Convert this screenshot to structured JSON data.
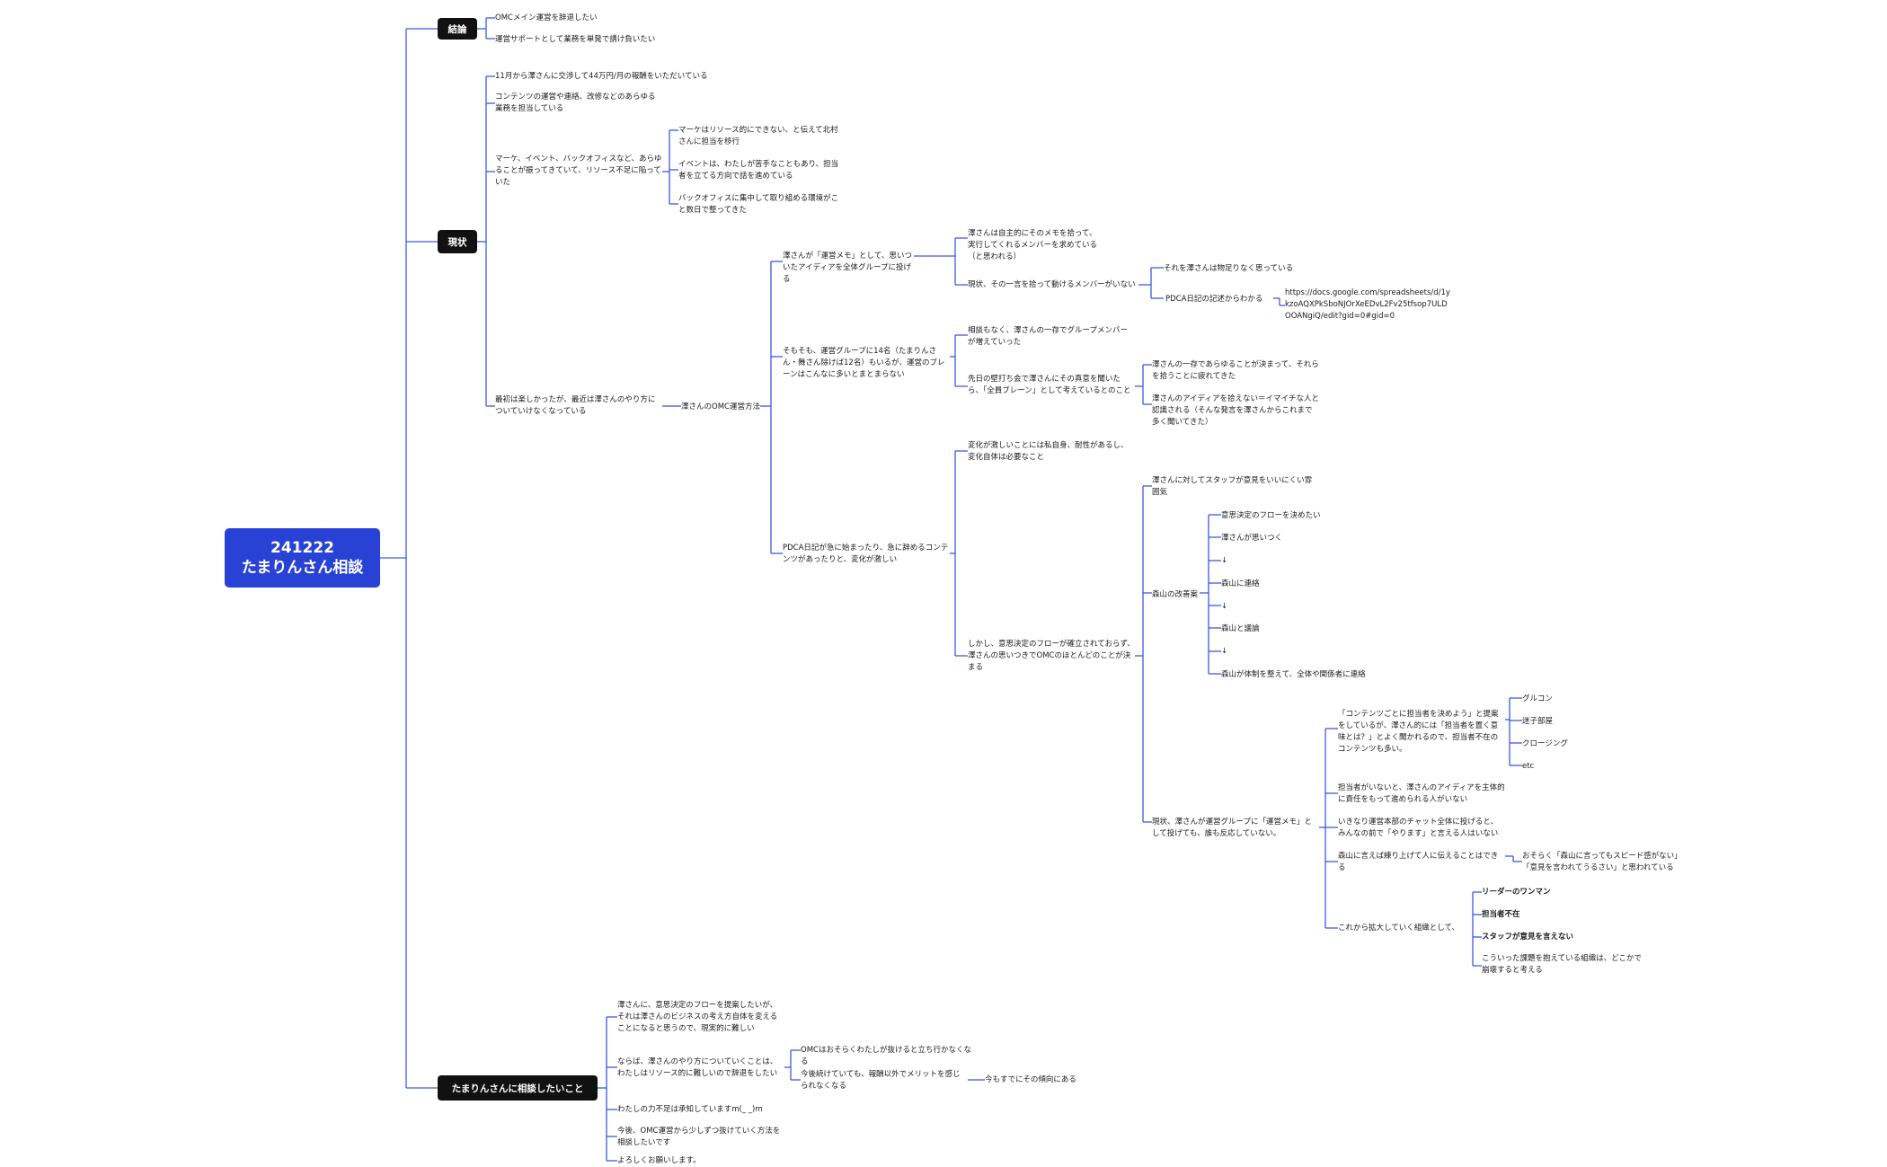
{
  "root": {
    "label": "241222\nたまりんさん相談"
  },
  "sections": {
    "conclusion": {
      "label": "結論"
    },
    "status": {
      "label": "現状"
    },
    "consult": {
      "label": "たまりんさんに相談したいこと"
    }
  },
  "conclusion_items": [
    "OMCメイン運営を辞退したい",
    "運営サポートとして業務を単発で請け負いたい"
  ],
  "status": {
    "s1": "11月から澤さんに交渉して44万円/月の報酬をいただいている",
    "s2": "コンテンツの運営や連絡、改修などのあらゆる業務を担当している",
    "s3": "マーケ、イベント、バックオフィスなど、あらゆることが振ってきていて、リソース不足に陥っていた",
    "s3a": "マーケはリソース的にできない、と伝えて北村さんに担当を移行",
    "s3b": "イベントは、わたしが苦手なこともあり、担当者を立てる方向で話を進めている",
    "s3c": "バックオフィスに集中して取り組める環境がこと数日で整ってきた",
    "s4": "最初は楽しかったが、最近は澤さんのやり方についていけなくなっている",
    "m": "澤さんのOMC運営方法",
    "m1": "澤さんが「運営メモ」として、思いついたアイディアを全体グループに投げる",
    "m1a": "澤さんは自主的にそのメモを拾って、実行してくれるメンバーを求めている（と思われる）",
    "m1b": "現状、その一言を拾って動けるメンバーがいない",
    "m1b1": "それを澤さんは物足りなく思っている",
    "m1b2": "PDCA日記の記述からわかる",
    "m1b2a": "https://docs.google.com/spreadsheets/d/1ykzoAQXPkSboNJOrXeEDvL2Fv25tfsop7ULDOOANgiQ/edit?gid=0#gid=0",
    "m2": "そもそも、運営グループに14名（たまりんさん・舞さん除けば12名）もいるが、運営のブレーンはこんなに多いとまとまらない",
    "m2a": "相談もなく、澤さんの一存でグループメンバーが増えていった",
    "m2b": "先日の壁打ち会で澤さんにその真意を聞いたら、「全員ブレーン」として考えているとのこと",
    "m2b1": "澤さんの一存であらゆることが決まって、それらを拾うことに疲れてきた",
    "m2b2": "澤さんのアイディアを拾えない＝イマイチな人と認識される（そんな発言を澤さんからこれまで多く聞いてきた）",
    "m3": "PDCA日記が急に始まったり、急に辞めるコンテンツがあったりと、変化が激しい",
    "m3a": "変化が激しいことには私自身、耐性があるし、変化自体は必要なこと",
    "m3b": "しかし、意思決定のフローが確立されておらず、澤さんの思いつきでOMCのほとんどのことが決まる",
    "m3b1": "澤さんに対してスタッフが意見をいいにくい雰囲気",
    "m3b2": "森山の改善案",
    "flow": [
      "意思決定のフローを決めたい",
      "澤さんが思いつく",
      "↓",
      "森山に連絡",
      "↓",
      "森山と議論",
      "↓",
      "森山が体制を整えて、全体や関係者に連絡"
    ],
    "m3b3": "現状、澤さんが運営グループに「運営メモ」として投げても、誰も反応していない。",
    "c1": "「コンテンツごとに担当者を決めよう」と提案をしているが、澤さん的には「担当者を置く意味とは？」とよく聞かれるので、担当者不在のコンテンツも多い。",
    "c1items": [
      "グルコン",
      "迷子部屋",
      "クロージング",
      "etc"
    ],
    "c2": "担当者がいないと、澤さんのアイディアを主体的に責任をもって進められる人がいない",
    "c3": "いきなり運営本部のチャット全体に投げると、みんなの前で「やります」と言える人はいない",
    "c4": "森山に言えば練り上げて人に伝えることはできる",
    "c4a": "おそらく「森山に言ってもスピード感がない」「意見を言われてうるさい」と思われている",
    "c5": "これから拡大していく組織として、",
    "c5items": [
      "リーダーのワンマン",
      "担当者不在",
      "スタッフが意見を言えない"
    ],
    "c5note": "こういった課題を抱えている組織は、どこかで崩壊すると考える"
  },
  "consult": {
    "t1": "澤さんに、意思決定のフローを提案したいが、それは澤さんのビジネスの考え方自体を変えることになると思うので、現実的に難しい",
    "t2": "ならば、澤さんのやり方についていくことは、わたしはリソース的に難しいので辞退をしたい",
    "t2a": "OMCはおそらくわたしが抜けると立ち行かなくなる",
    "t2b": "今後続けていても、報酬以外でメリットを感じられなくなる",
    "t2b1": "今もすでにその傾向にある",
    "t3": "わたしの力不足は承知していますm(_ _)m",
    "t4": "今後、OMC運営から少しずつ抜けていく方法を相談したいです",
    "t5": "よろしくお願いします。"
  },
  "colors": {
    "line": "#3a5be0",
    "root": "#2942d6",
    "section": "#111111"
  }
}
